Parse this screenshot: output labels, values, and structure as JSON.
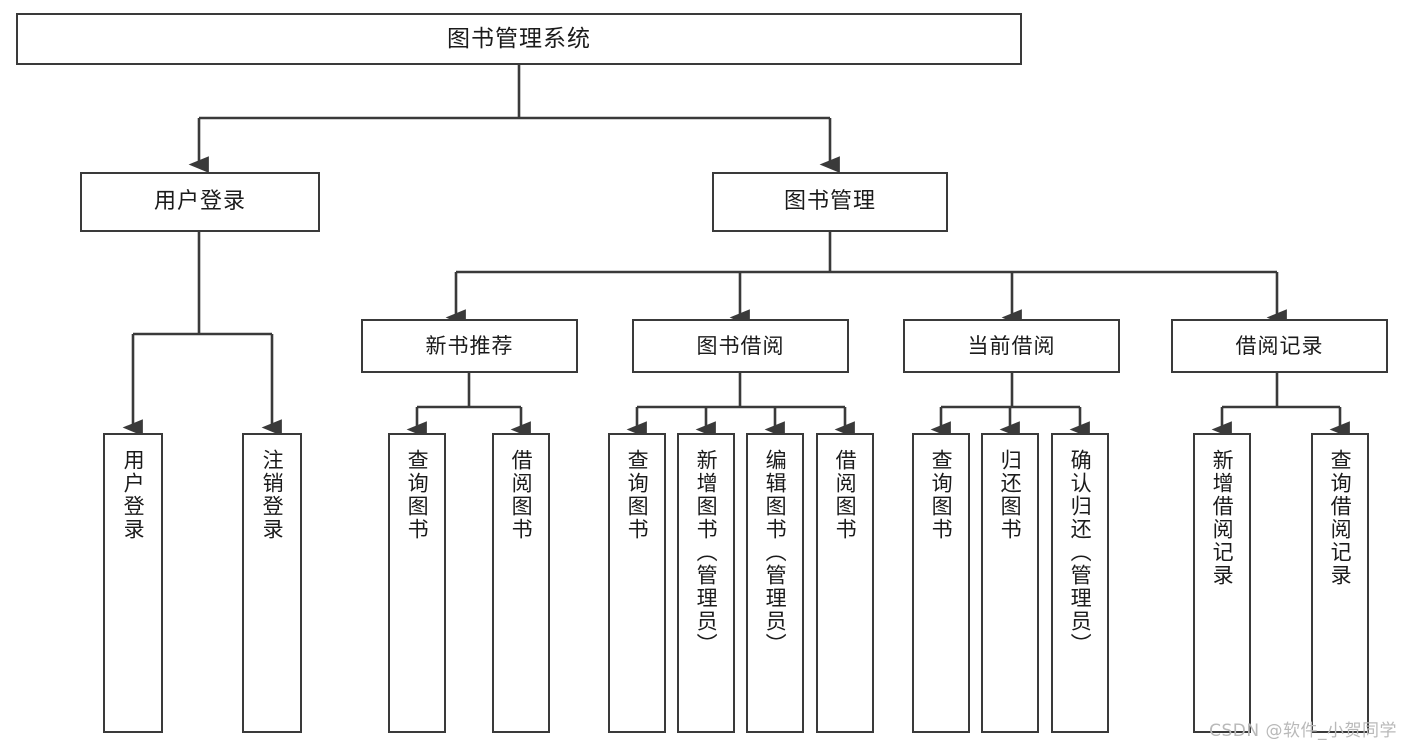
{
  "diagram": {
    "title": "图书管理系统",
    "type": "tree-hierarchy",
    "watermark": "CSDN @软件_小贺同学",
    "colors": {
      "box_border": "#3a3a3a",
      "box_fill": "#ffffff",
      "edge": "#3a3a3a",
      "text": "#1b1b1b",
      "watermark": "#b9b9b9",
      "background": "#ffffff"
    },
    "root": {
      "label": "图书管理系统"
    },
    "level2": [
      {
        "label": "用户登录"
      },
      {
        "label": "图书管理"
      }
    ],
    "level3": [
      {
        "label": "新书推荐"
      },
      {
        "label": "图书借阅"
      },
      {
        "label": "当前借阅"
      },
      {
        "label": "借阅记录"
      }
    ],
    "leaves": {
      "user_login": [
        {
          "label": "用户登录"
        },
        {
          "label": "注销登录"
        }
      ],
      "new_book_recommend": [
        {
          "label": "查询图书"
        },
        {
          "label": "借阅图书"
        }
      ],
      "book_borrow": [
        {
          "label": "查询图书"
        },
        {
          "label": "新增图书（管理员）"
        },
        {
          "label": "编辑图书（管理员）"
        },
        {
          "label": "借阅图书"
        }
      ],
      "current_borrow": [
        {
          "label": "查询图书"
        },
        {
          "label": "归还图书"
        },
        {
          "label": "确认归还（管理员）"
        }
      ],
      "borrow_record": [
        {
          "label": "新增借阅记录"
        },
        {
          "label": "查询借阅记录"
        }
      ]
    }
  }
}
